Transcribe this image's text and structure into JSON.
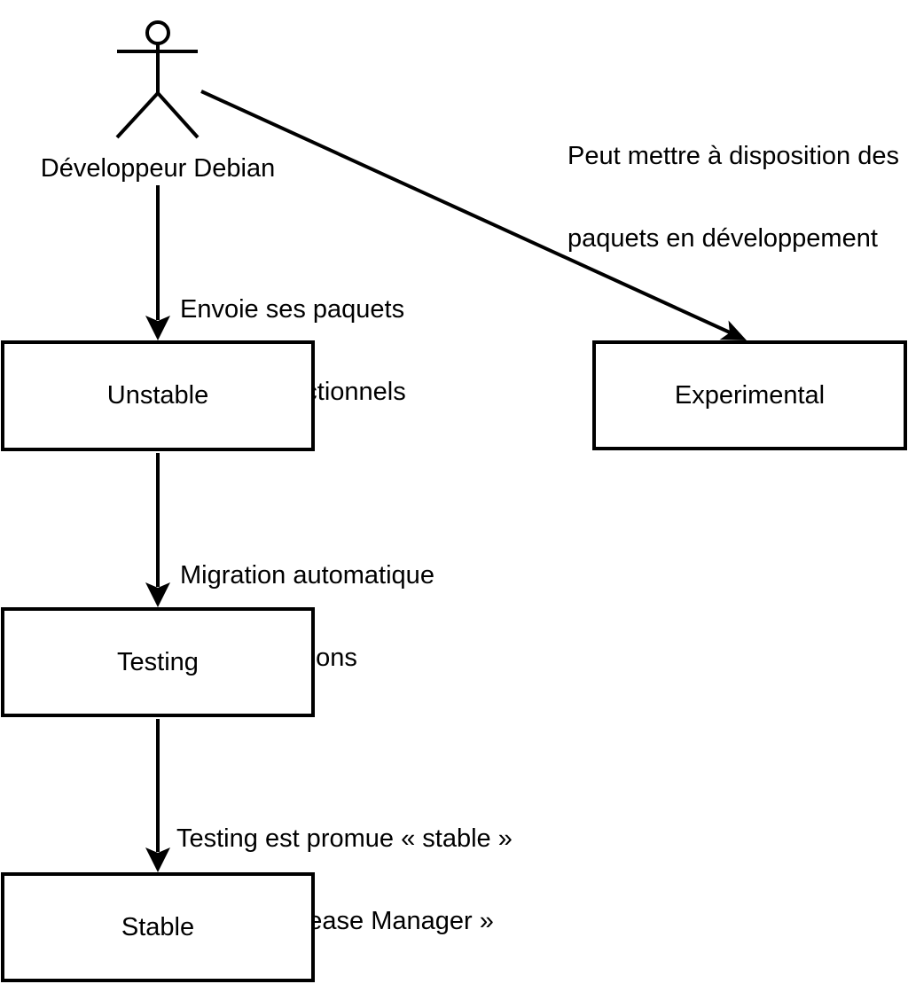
{
  "diagram": {
    "actor": {
      "label": "Développeur Debian"
    },
    "nodes": {
      "unstable": {
        "label": "Unstable"
      },
      "experimental": {
        "label": "Experimental"
      },
      "testing": {
        "label": "Testing"
      },
      "stable": {
        "label": "Stable"
      }
    },
    "annotations": {
      "experimental_note": {
        "line1": "Peut mettre à disposition des",
        "line2": "paquets en développement"
      },
      "upload": {
        "line1": "Envoie ses paquets",
        "line2": "Debian fonctionnels"
      },
      "migration": {
        "line1": "Migration automatique",
        "line2": "sous conditions"
      },
      "promotion": {
        "line1": "Testing est promue « stable »",
        "line2": "par le « Release Manager »"
      }
    },
    "icons": {
      "actor": "stick-figure-icon"
    },
    "colors": {
      "stroke": "#000000",
      "background": "#ffffff"
    }
  }
}
